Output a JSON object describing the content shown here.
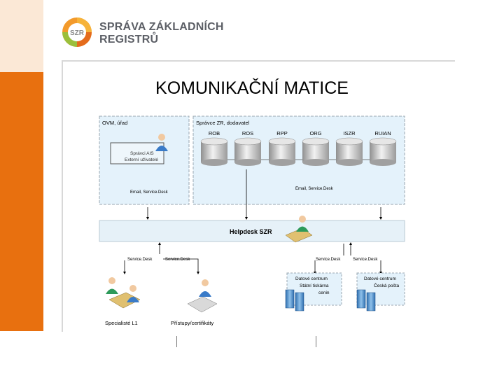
{
  "header": {
    "logo_text": "SZR",
    "org_line1": "SPRÁVA ZÁKLADNÍCH",
    "org_line2": "REGISTRŮ"
  },
  "slide": {
    "title": "KOMUNIKAČNÍ MATICE"
  },
  "diagram": {
    "ovm_zone_label": "OVM, úřad",
    "ovm_user_label_1": "Správci AIS",
    "ovm_user_label_2": "Externí uživatelé",
    "ovm_channel": "Email, Service.Desk",
    "szr_zone_label": "Správce ZR, dodavatel",
    "registries": [
      "ROB",
      "ROS",
      "RPP",
      "ORG",
      "ISZR",
      "RUIAN"
    ],
    "szr_channel": "Email, Service.Desk",
    "helpdesk_label": "Helpdesk SZR",
    "bottom_channels": [
      "Service.Desk",
      "Service.Desk",
      "Service.Desk",
      "Service.Desk"
    ],
    "dc1_lines": [
      "Datové centrum",
      "Státní tiskárna",
      "cenin"
    ],
    "dc2_lines": [
      "Datové centrum",
      "Česká pošta"
    ],
    "specialists_label": "Specialisté L1",
    "access_label": "Přístupy/certifikáty"
  },
  "colors": {
    "accent_orange": "#e8700f",
    "zone_fill": "#e4f2fb",
    "zone_border": "#9aa7b0",
    "helpdesk_fill": "#e6f1f8"
  }
}
